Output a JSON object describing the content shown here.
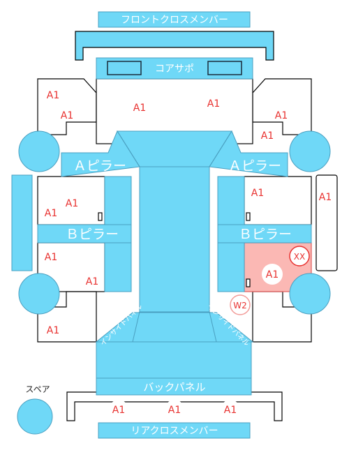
{
  "parts": {
    "front_cross_member": "フロントクロスメンバー",
    "core_support": "コアサポ",
    "a_pillar": "Ａピラー",
    "b_pillar": "Ｂピラー",
    "inside_panel": "インサイドパネル",
    "back_panel": "バックパネル",
    "rear_cross_member": "リアクロスメンバー",
    "spare": "スペア"
  },
  "marks": {
    "a1": "A1",
    "xx": "XX",
    "w2": "W2"
  },
  "colors": {
    "part_fill": "#6fd8f7",
    "part_stroke": "#4a9fc0",
    "outline": "#000000",
    "mark_text": "#e8312f",
    "damage_fill": "#fbb8b4",
    "damage_stroke": "#e05a5a"
  }
}
